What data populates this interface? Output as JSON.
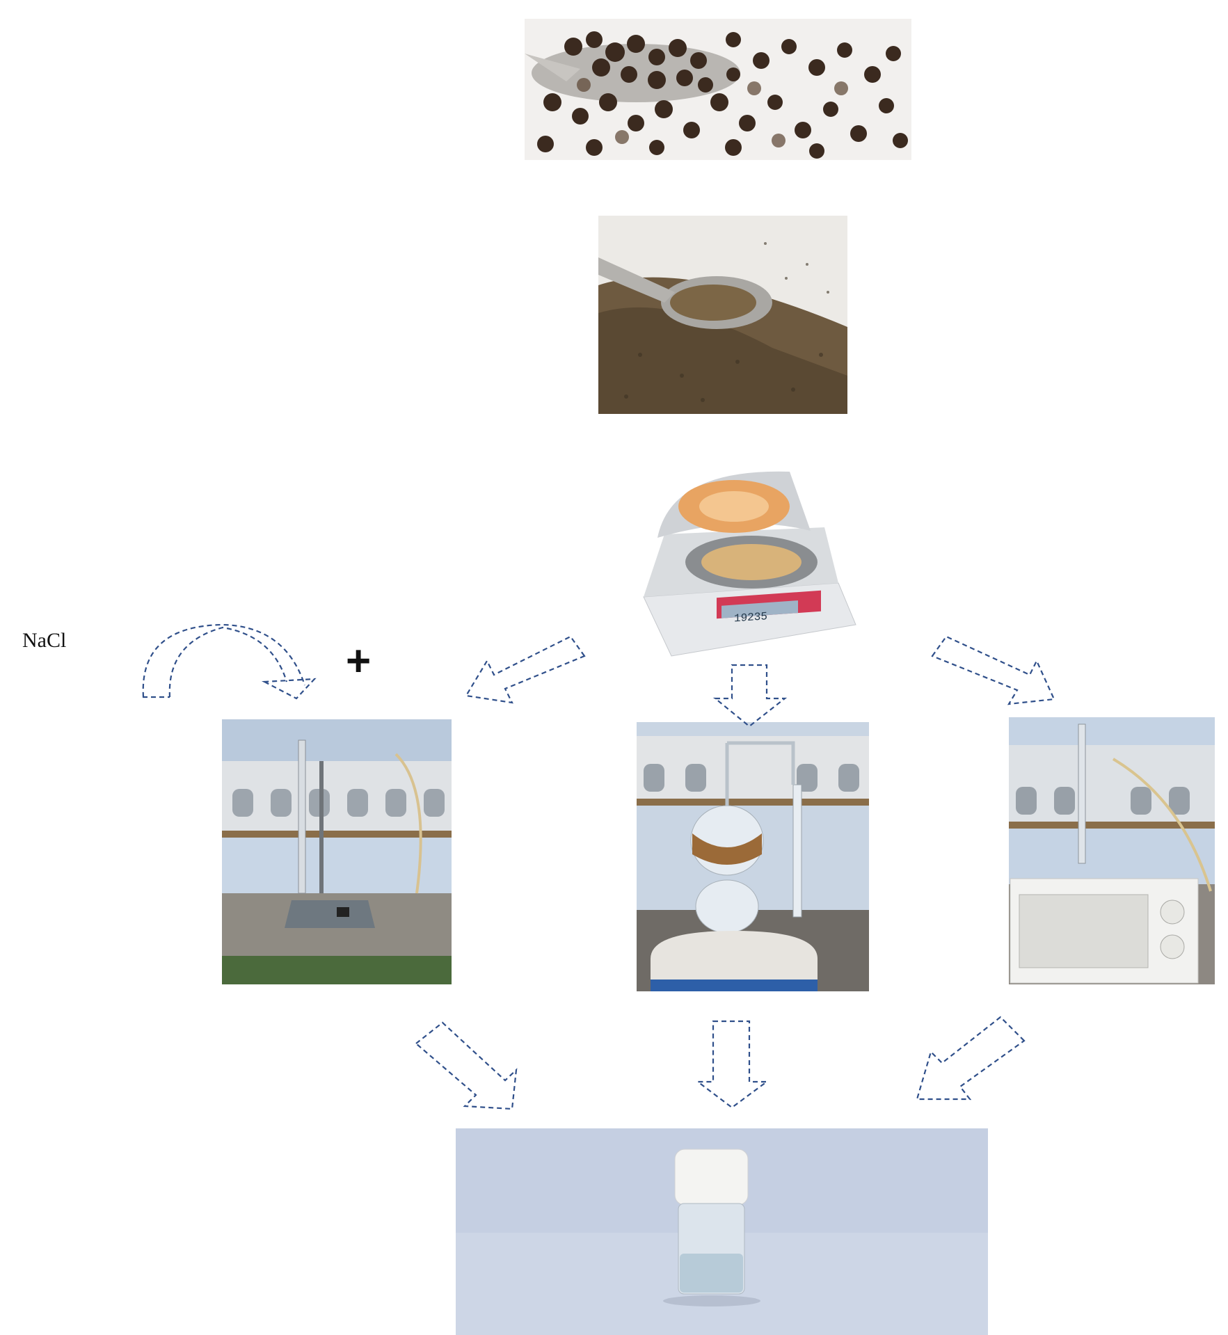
{
  "labels": {
    "reagent": "NaCl",
    "plus": "+"
  },
  "images": [
    {
      "name": "whole-peppercorns-photo",
      "desc": "photo-whole-black-peppercorns-on-spoon"
    },
    {
      "name": "ground-pepper-photo",
      "desc": "photo-ground-pepper-on-spoon"
    },
    {
      "name": "moisture-analyzer-photo",
      "desc": "photo-moisture-analyzer",
      "display_reading": "19235"
    },
    {
      "name": "hydrodistillation-setup-photo",
      "desc": "photo-hydrodistillation-with-salt"
    },
    {
      "name": "steam-distillation-setup-photo",
      "desc": "photo-steam-distillation"
    },
    {
      "name": "microwave-distillation-setup-photo",
      "desc": "photo-microwave-assisted-distillation"
    },
    {
      "name": "essential-oil-vial-photo",
      "desc": "photo-essential-oil-vial"
    }
  ],
  "colors": {
    "arrow_stroke": "#2f4f8a",
    "background": "#ffffff"
  }
}
